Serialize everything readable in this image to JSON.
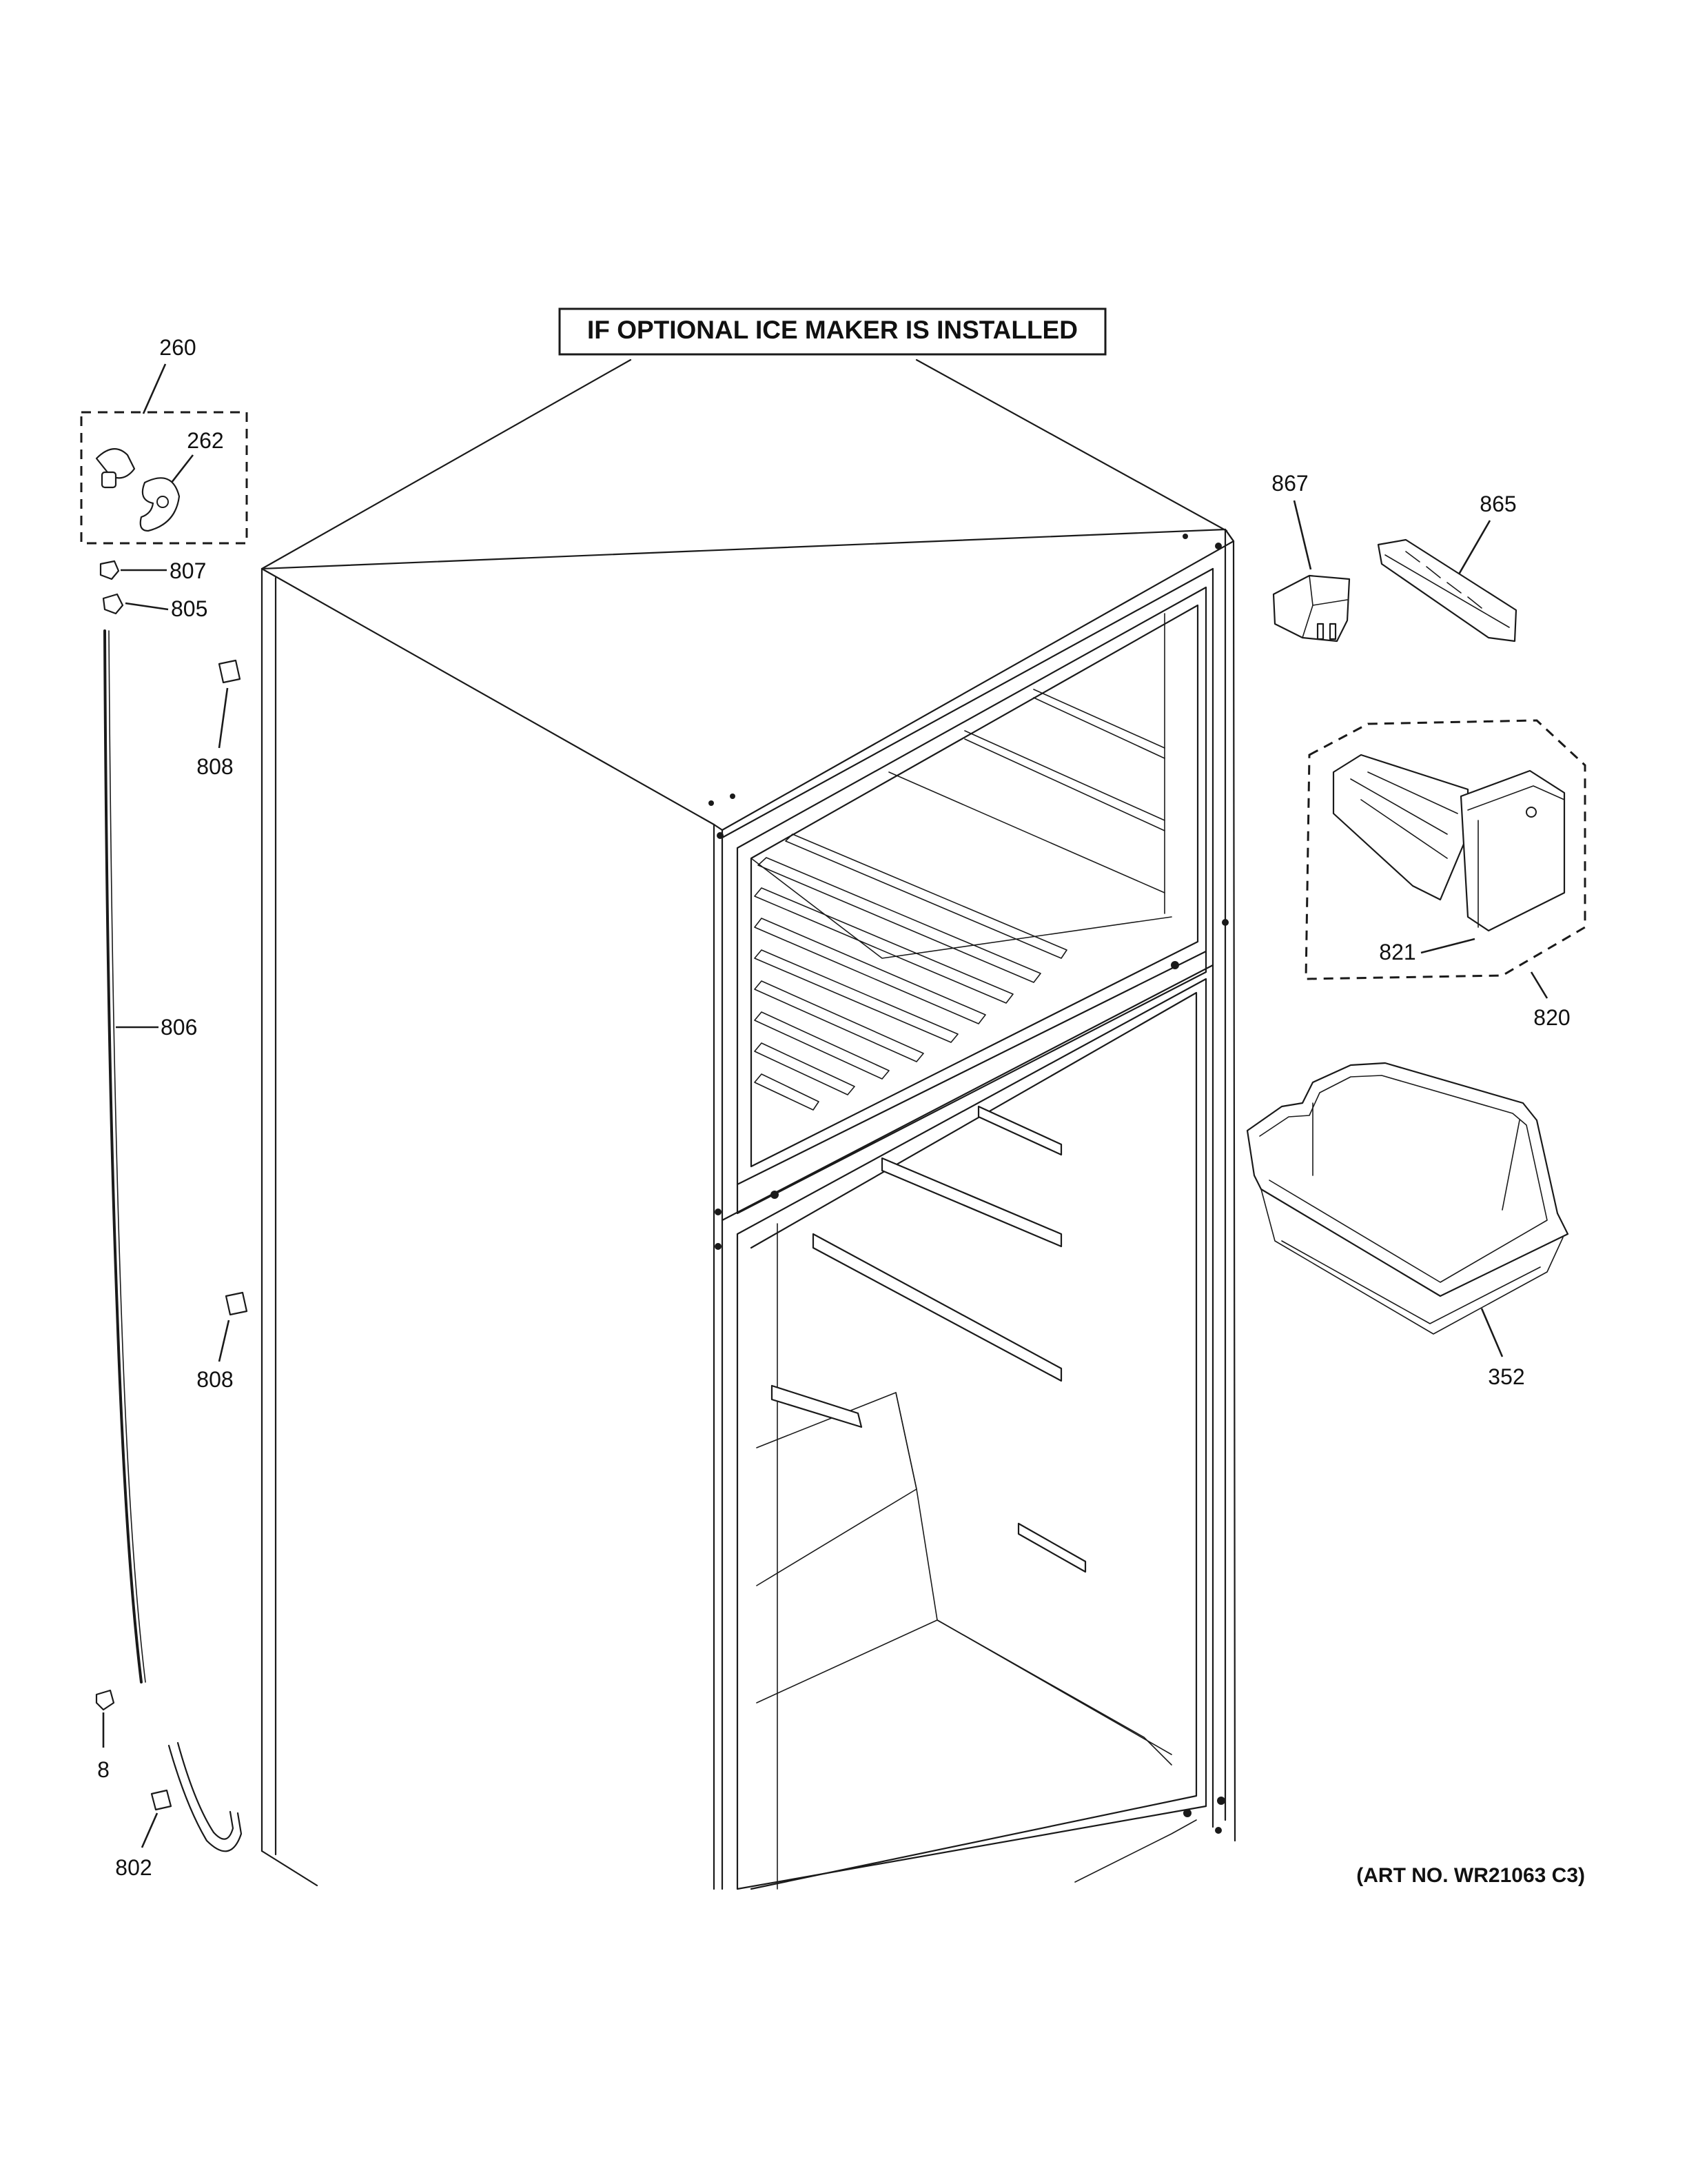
{
  "banner": {
    "text": "IF OPTIONAL ICE MAKER IS INSTALLED"
  },
  "art_number": "(ART NO. WR21063 C3)",
  "callouts": {
    "c260": "260",
    "c262": "262",
    "c807": "807",
    "c805": "805",
    "c808_top": "808",
    "c806": "806",
    "c808_bottom": "808",
    "c8": "8",
    "c802": "802",
    "c867": "867",
    "c865": "865",
    "c821": "821",
    "c820": "820",
    "c352": "352"
  }
}
